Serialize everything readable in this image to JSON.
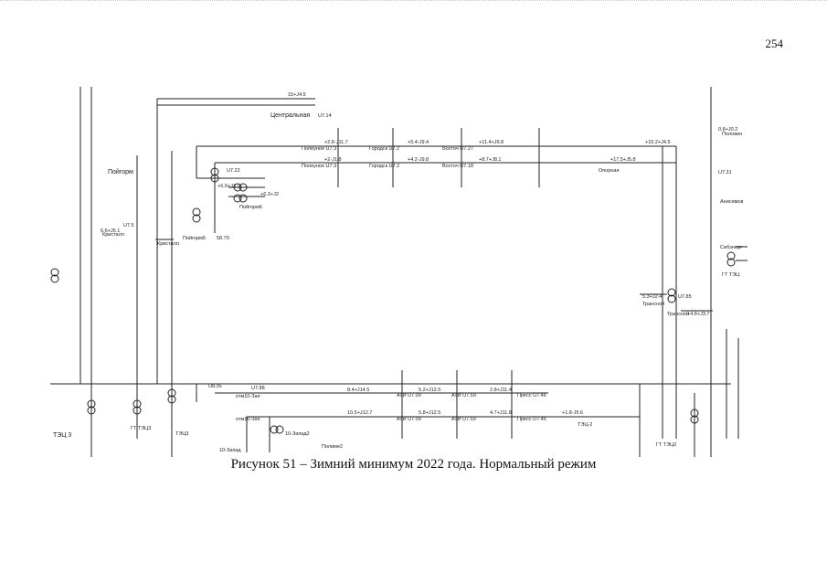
{
  "page": {
    "number": "254"
  },
  "caption": "Рисунок 51 – Зимний минимум 2022 года. Нормальный режим",
  "diagram": {
    "labels": [
      {
        "key": "centralnaya",
        "text": "Центральная"
      },
      {
        "key": "c_v1",
        "text": "U7.14"
      },
      {
        "key": "c_flow",
        "text": "15+J4.5"
      },
      {
        "key": "poligon",
        "text": "Пойгорм"
      },
      {
        "key": "poly_top",
        "text": "Полеуное U7.3"
      },
      {
        "key": "poly_bot",
        "text": "Полеуное U7.3"
      },
      {
        "key": "gor_top",
        "text": "Городск U7.2"
      },
      {
        "key": "gor_bot",
        "text": "Городск U7.2"
      },
      {
        "key": "vost_top",
        "text": "Восточ U7.27"
      },
      {
        "key": "vost_bot",
        "text": "Восточ U7.18"
      },
      {
        "key": "opora",
        "text": "Опорная"
      },
      {
        "key": "kristall",
        "text": "Кристалл"
      },
      {
        "key": "kristall2",
        "text": "Кристалл"
      },
      {
        "key": "poygorm6",
        "text": "Пойгорм6"
      },
      {
        "key": "poygorm5",
        "text": "Пойгорм5"
      },
      {
        "key": "trans1",
        "text": "Трансной"
      },
      {
        "key": "trans2",
        "text": "Трансной"
      },
      {
        "key": "anisimov",
        "text": "Анисимов"
      },
      {
        "key": "polov",
        "text": "Половин"
      },
      {
        "key": "sibenerg",
        "text": "Сибэнерг"
      },
      {
        "key": "gt_tec",
        "text": "ГТ ТЭЦ"
      },
      {
        "key": "tec3",
        "text": "ТЭЦ 3"
      },
      {
        "key": "tec3_2",
        "text": "ГТ ТЭЦ3"
      },
      {
        "key": "tec3_3",
        "text": "ТЭЦ3"
      },
      {
        "key": "tec2",
        "text": "ТЭЦ-2"
      },
      {
        "key": "gt_tec2",
        "text": "ГТ ТЭЦ2"
      },
      {
        "key": "otm10",
        "text": "отм10-Зап"
      },
      {
        "key": "otm10b",
        "text": "отм10-Зап"
      },
      {
        "key": "zapad2",
        "text": "10-Запад2"
      },
      {
        "key": "zapad",
        "text": "10-Запад"
      },
      {
        "key": "polimer",
        "text": "Полиме2"
      },
      {
        "key": "press1",
        "text": "Пресс U7.46"
      },
      {
        "key": "press2",
        "text": "Пресс U7.46"
      },
      {
        "key": "ati1",
        "text": "АТИ U7.09"
      },
      {
        "key": "ati2",
        "text": "АТИ U7.09"
      },
      {
        "key": "ati3",
        "text": "АТИ U7.59"
      },
      {
        "key": "ati4",
        "text": "АТИ U7.59"
      }
    ],
    "values": [
      {
        "key": "v1",
        "text": "+2.8-J11.7"
      },
      {
        "key": "v2",
        "text": "+5.4-J9.4"
      },
      {
        "key": "v3",
        "text": "+11.4+J9.8"
      },
      {
        "key": "v4",
        "text": "+15.2+J4.5"
      },
      {
        "key": "v5",
        "text": "+2-J1.8"
      },
      {
        "key": "v6",
        "text": "+4.2-J9.8"
      },
      {
        "key": "v7",
        "text": "+8.7+J8.1"
      },
      {
        "key": "v8",
        "text": "+17.5+J5.8"
      },
      {
        "key": "v9",
        "text": "8.4+J14.5"
      },
      {
        "key": "v10",
        "text": "5.2+J12.5"
      },
      {
        "key": "v11",
        "text": "2.8+J11.4"
      },
      {
        "key": "v12",
        "text": "10.5+J12.7"
      },
      {
        "key": "v13",
        "text": "5.8+J12.5"
      },
      {
        "key": "v14",
        "text": "4.7+J11.8"
      },
      {
        "key": "v15",
        "text": "+6.9+J3.7"
      },
      {
        "key": "v16",
        "text": "+6.3+J2"
      },
      {
        "key": "v17",
        "text": "5.3+J2.4"
      },
      {
        "key": "v18",
        "text": "+4.8+J3.7"
      },
      {
        "key": "v19",
        "text": "0.8+J0.2"
      },
      {
        "key": "v20",
        "text": "6.6+J5.1"
      },
      {
        "key": "v21",
        "text": "58.79"
      },
      {
        "key": "v22",
        "text": "U7.22"
      },
      {
        "key": "v23",
        "text": "U7.31"
      },
      {
        "key": "v24",
        "text": "U7.5"
      },
      {
        "key": "v25",
        "text": "U8.35"
      },
      {
        "key": "v26",
        "text": "U7.88"
      },
      {
        "key": "v27",
        "text": "U7.85"
      },
      {
        "key": "v28",
        "text": "+1.8-J5.6"
      }
    ]
  }
}
